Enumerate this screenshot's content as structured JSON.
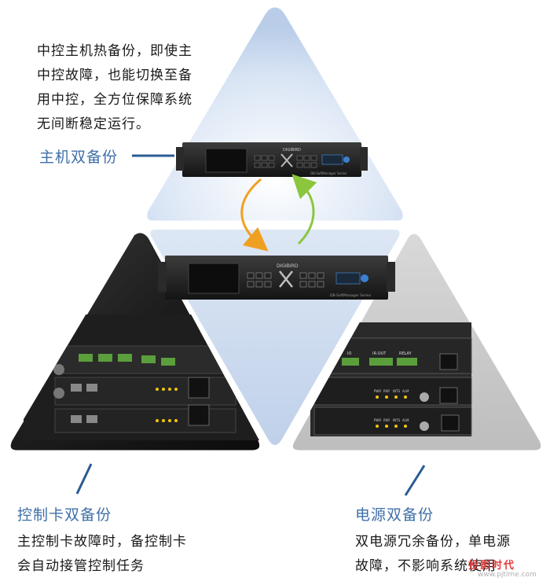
{
  "main": {
    "description_lines": [
      "中控主机热备份，即使主",
      "中控故障，也能切换至备",
      "用中控，全方位保障系统",
      "无间断稳定运行。"
    ],
    "caption": "主机双备份"
  },
  "control_card": {
    "caption": "控制卡双备份",
    "description_lines": [
      "主控制卡故障时，备控制卡",
      "会自动接管控制任务"
    ]
  },
  "power": {
    "caption": "电源双备份",
    "description_lines": [
      "双电源冗余备份，单电源",
      "故障，不影响系统使用"
    ]
  },
  "device": {
    "brand": "DIGIBIRD",
    "model": "DB-SoftManager Series"
  },
  "card_labels": {
    "io": "IO",
    "ir_out": "IR-OUT",
    "relay": "RELAY",
    "leds": [
      "PWR",
      "RNY",
      "INTS",
      "ALM"
    ]
  },
  "watermark": {
    "text": "投影时代",
    "url": "www.pjtime.com"
  },
  "colors": {
    "caption_blue": "#3f6fa8",
    "arrow_orange": "#f0a020",
    "arrow_green": "#8cc63f"
  }
}
